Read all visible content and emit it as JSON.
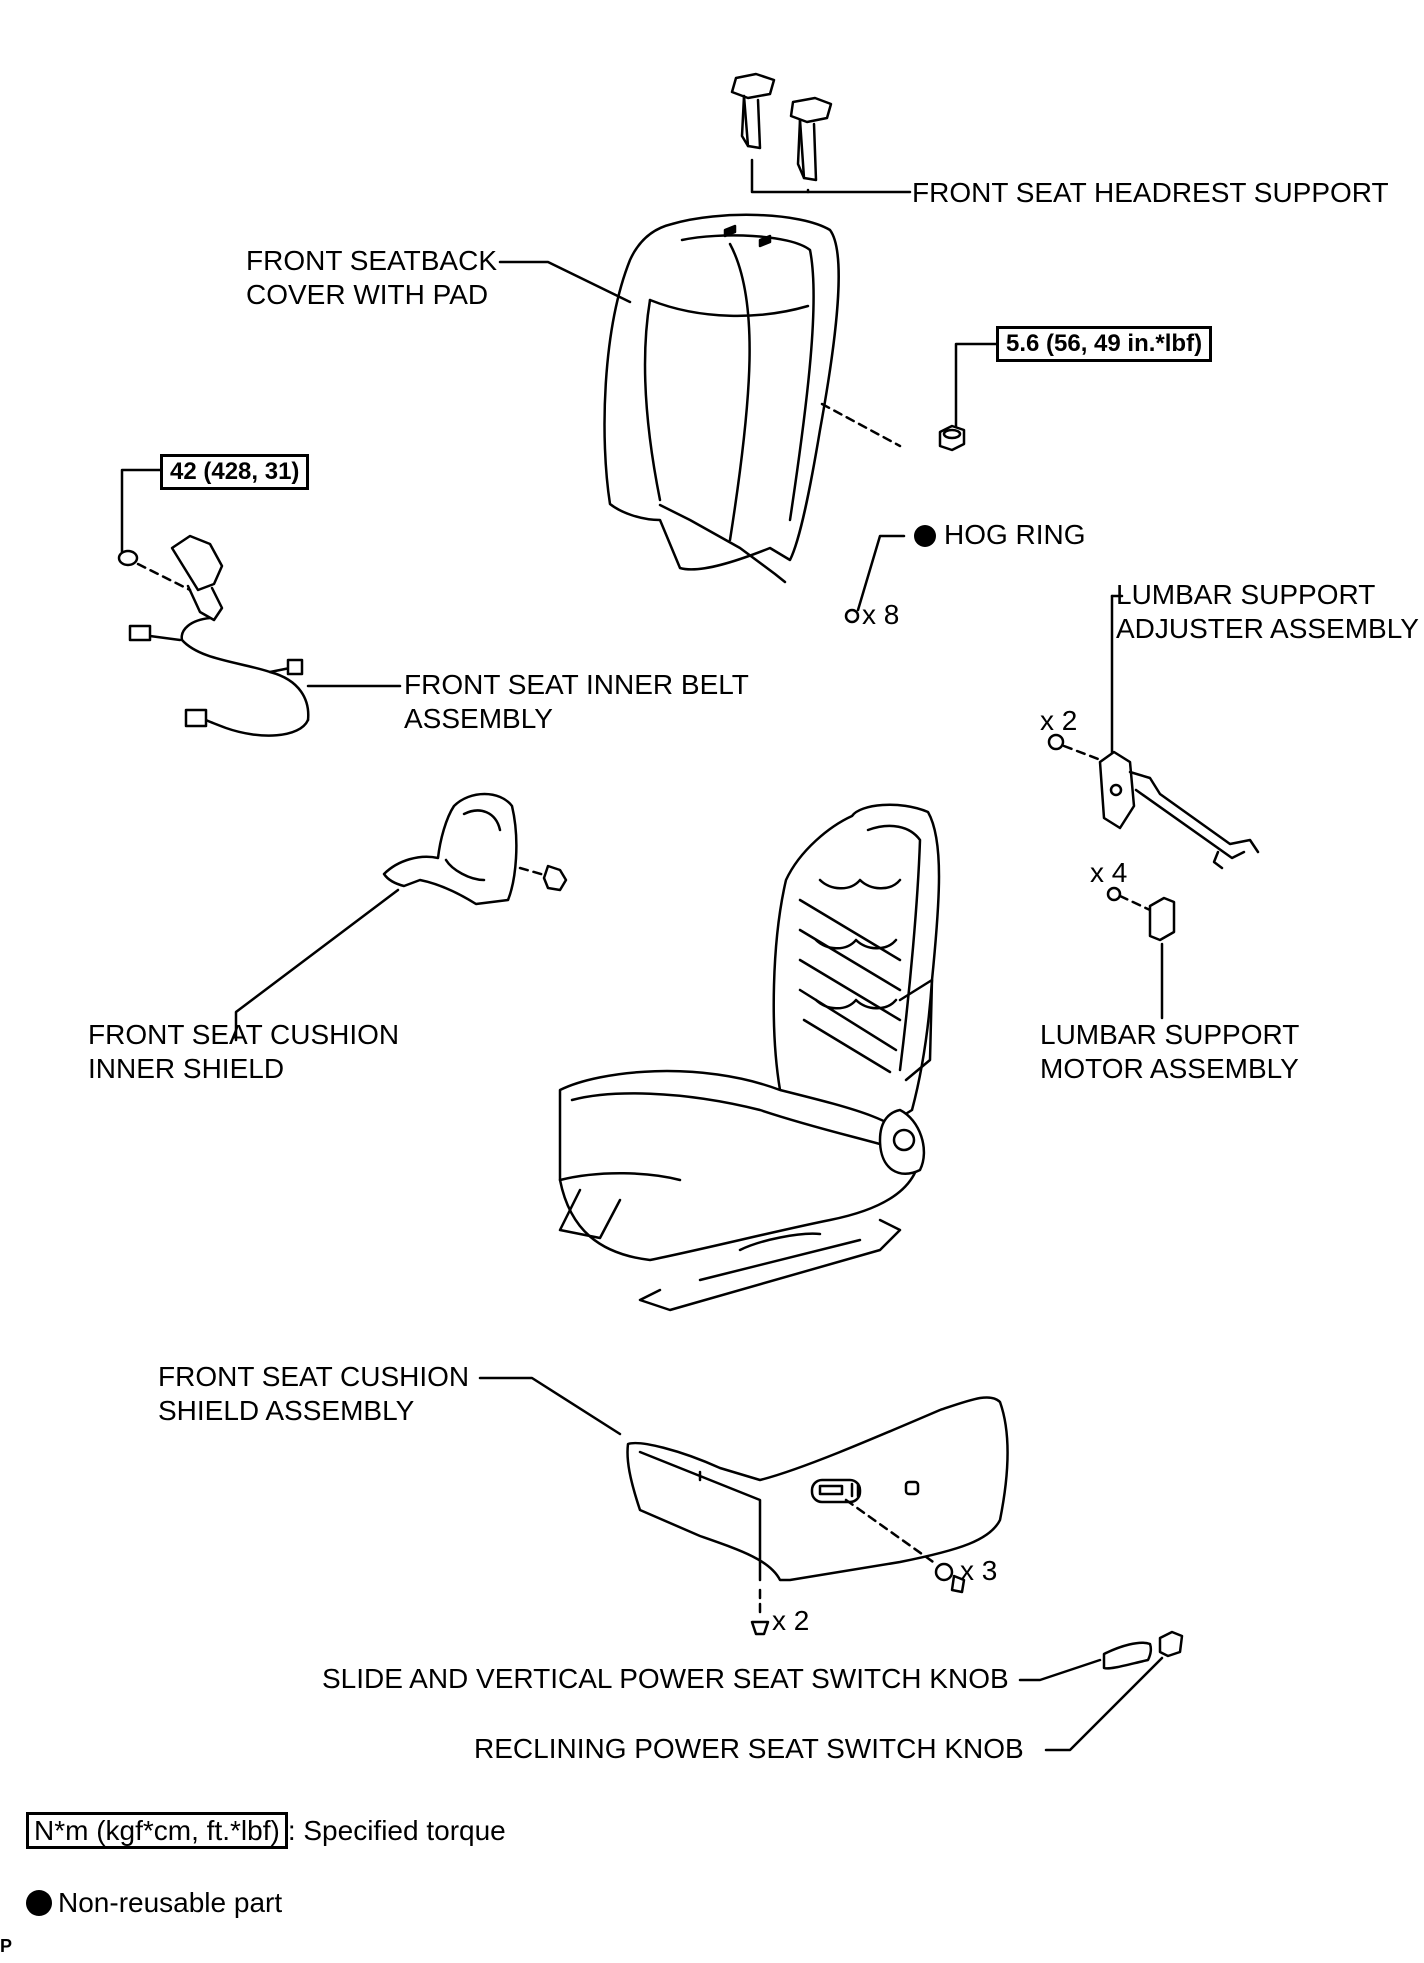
{
  "labels": {
    "headrest_support": "FRONT SEAT HEADREST SUPPORT",
    "seatback_cover_1": "FRONT SEATBACK",
    "seatback_cover_2": "COVER WITH PAD",
    "hog_ring": "HOG RING",
    "hog_ring_qty": "x 8",
    "lumbar_adjuster_1": "LUMBAR SUPPORT",
    "lumbar_adjuster_2": "ADJUSTER ASSEMBLY",
    "lumbar_adjuster_qty": "x 2",
    "lumbar_motor_qty": "x 4",
    "lumbar_motor_1": "LUMBAR SUPPORT",
    "lumbar_motor_2": "MOTOR ASSEMBLY",
    "inner_belt_1": "FRONT SEAT INNER BELT",
    "inner_belt_2": "ASSEMBLY",
    "cushion_inner_shield_1": "FRONT SEAT CUSHION",
    "cushion_inner_shield_2": "INNER SHIELD",
    "cushion_shield_1": "FRONT SEAT CUSHION",
    "cushion_shield_2": "SHIELD ASSEMBLY",
    "shield_screw_qty": "x 3",
    "shield_clip_qty": "x 2",
    "slide_knob": "SLIDE AND VERTICAL POWER SEAT SWITCH KNOB",
    "reclining_knob": "RECLINING POWER SEAT SWITCH KNOB",
    "corner_mark": "P"
  },
  "torques": {
    "seatback_nut": "5.6 (56, 49 in.*lbf)",
    "belt_bolt": "42 (428, 31)"
  },
  "legend": {
    "torque_unit": "N*m (kgf*cm, ft.*lbf)",
    "torque_desc": ": Specified torque",
    "non_reusable": "Non-reusable part"
  }
}
